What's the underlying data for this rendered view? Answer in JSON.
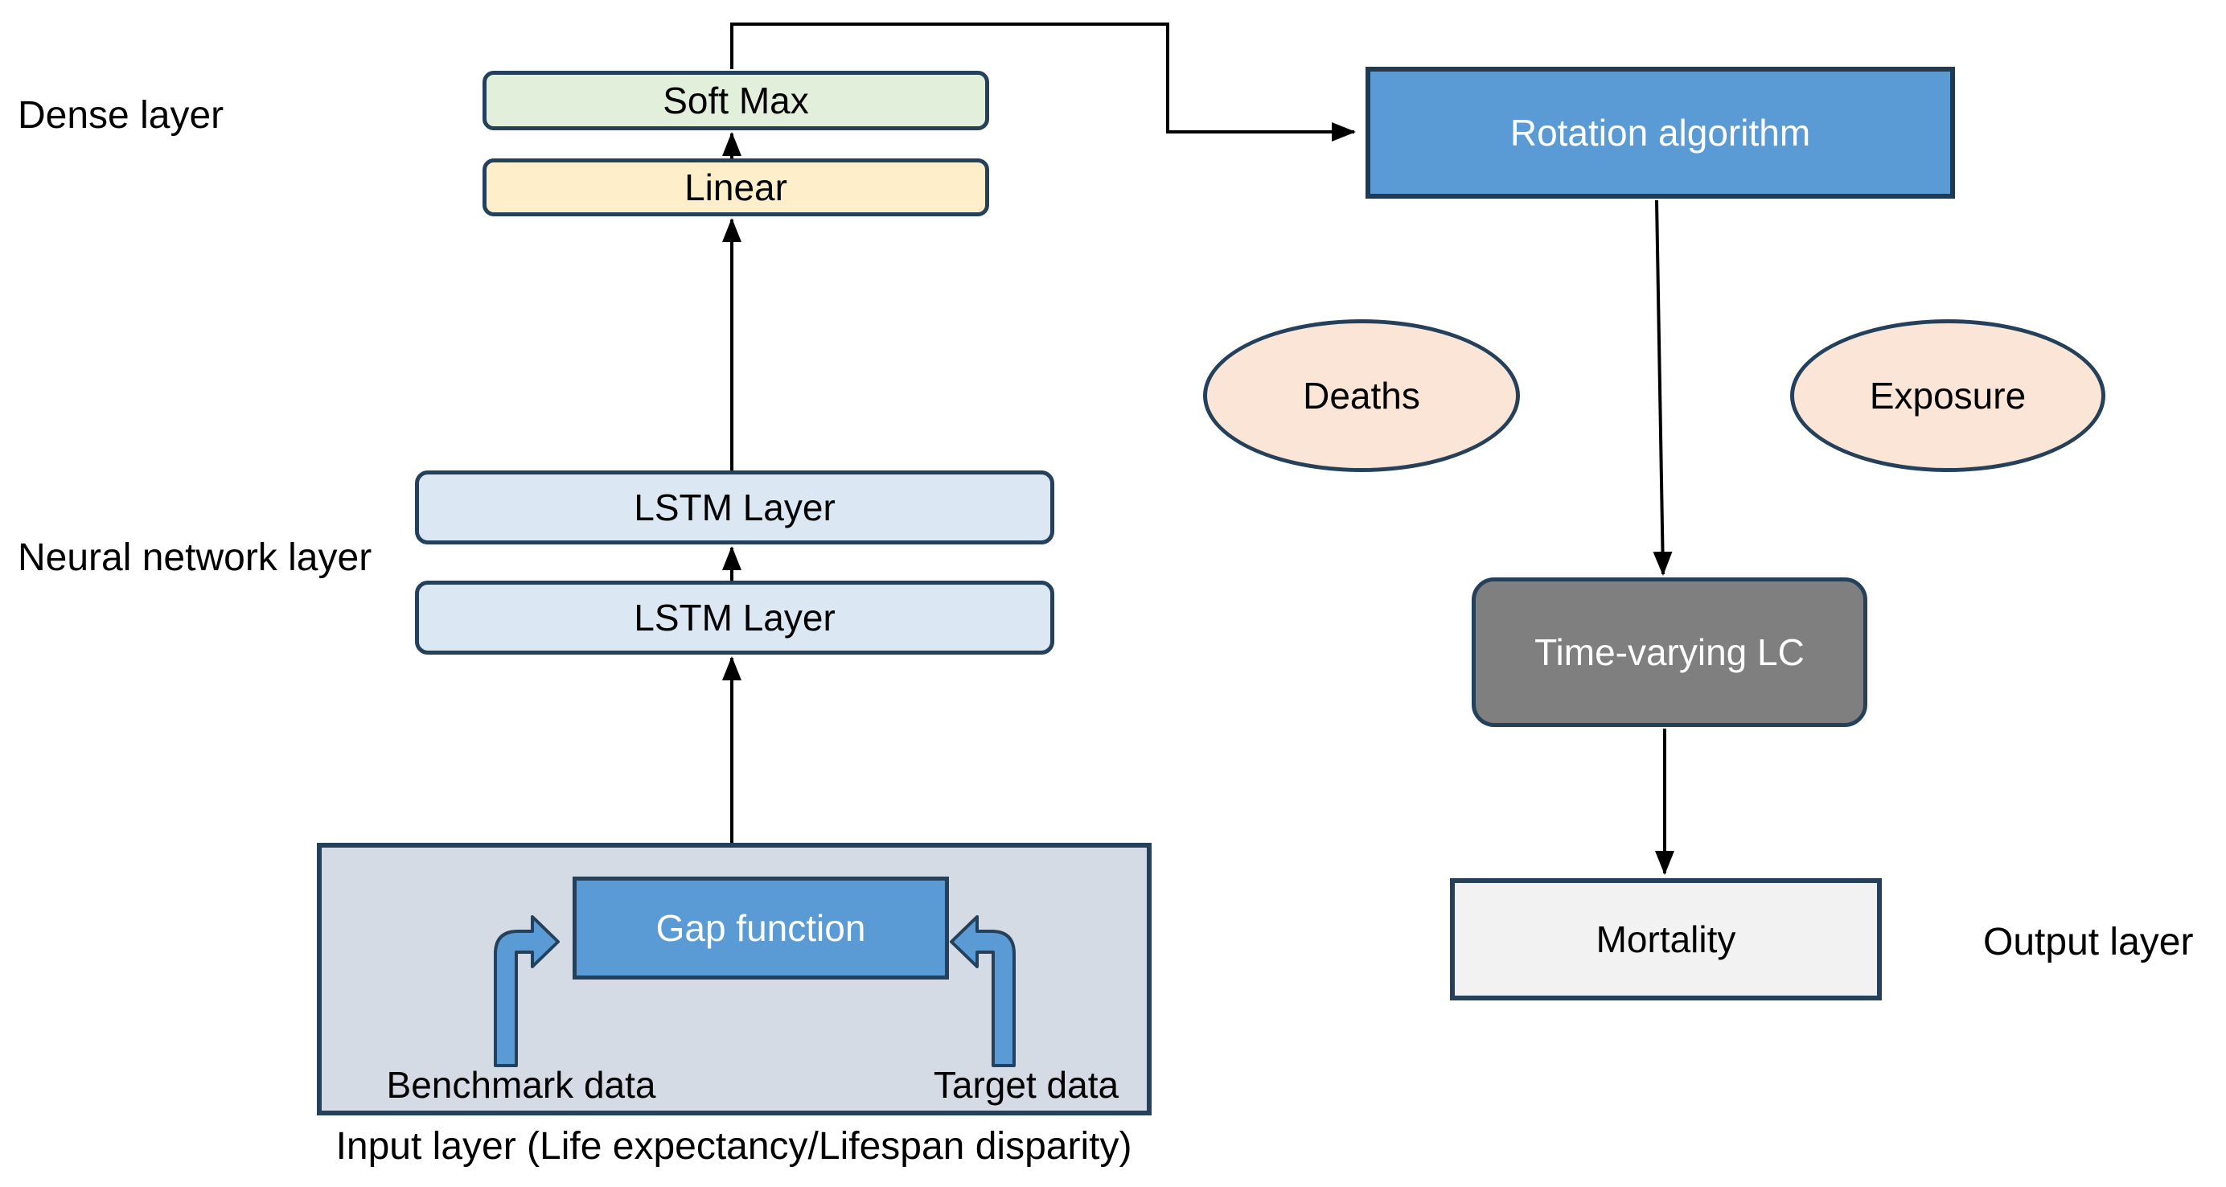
{
  "diagram": {
    "labels": {
      "dense_layer": "Dense layer",
      "neural_network_layer": "Neural network layer",
      "output_layer": "Output layer",
      "input_caption": "Input layer (Life expectancy/Lifespan disparity)"
    },
    "nodes": {
      "softmax": {
        "label": "Soft Max",
        "fill": "#e2efda"
      },
      "linear": {
        "label": "Linear",
        "fill": "#ffeeca"
      },
      "lstm_top": {
        "label": "LSTM Layer",
        "fill": "#dbe8f4"
      },
      "lstm_bottom": {
        "label": "LSTM Layer",
        "fill": "#dbe8f4"
      },
      "gap_function": {
        "label": "Gap function",
        "fill": "#5b9bd5"
      },
      "benchmark_data": {
        "label": "Benchmark data"
      },
      "target_data": {
        "label": "Target data"
      },
      "rotation_algorithm": {
        "label": "Rotation algorithm",
        "fill": "#5b9bd5"
      },
      "deaths": {
        "label": "Deaths",
        "fill": "#fbe5d6"
      },
      "exposure": {
        "label": "Exposure",
        "fill": "#fbe5d6"
      },
      "time_varying_lc": {
        "label": "Time-varying LC",
        "fill": "#7f7f7f"
      },
      "mortality": {
        "label": "Mortality",
        "fill": "#f2f2f2"
      }
    },
    "colors": {
      "border_dark": "#24405a",
      "accent_blue": "#5b9bd5",
      "input_container_fill": "#d5dbe4",
      "connector": "#000000",
      "background": "#ffffff"
    }
  }
}
